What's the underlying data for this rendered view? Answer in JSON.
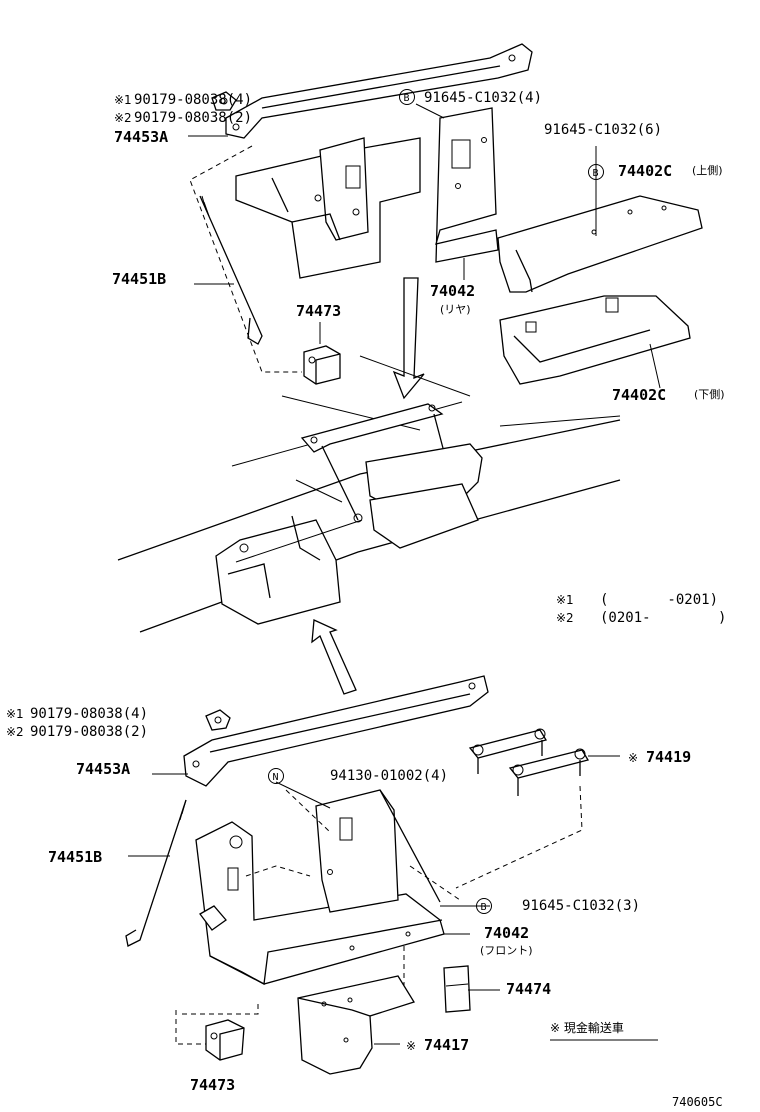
{
  "labels": {
    "upper": {
      "bolt_note1_mark": "※1",
      "bolt_note1": "90179-08038(4)",
      "bolt_note2_mark": "※2",
      "bolt_note2": "90179-08038(2)",
      "bracket": "74453A",
      "rod": "74451B",
      "clamp_b_circle": "B",
      "clamp_b": "91645-C1032(4)",
      "clamp_b6_circle": "B",
      "clamp_b6": "91645-C1032(6)",
      "tray_upper": "74402C",
      "tray_upper_note": "(上側)",
      "tray_lower": "74402C",
      "tray_lower_note": "(下側)",
      "carrier_rear": "74042",
      "carrier_rear_note": "(リヤ)",
      "block": "74473"
    },
    "legend": {
      "row1_mark": "※1",
      "row1_range": "(       -0201)",
      "row2_mark": "※2",
      "row2_range": "(0201-        )"
    },
    "lower": {
      "bolt_note1_mark": "※1",
      "bolt_note1": "90179-08038(4)",
      "bolt_note2_mark": "※2",
      "bolt_note2": "90179-08038(2)",
      "bracket": "74453A",
      "rod": "74451B",
      "nut_circle": "N",
      "nut": "94130-01002(4)",
      "plate_mark": "※",
      "plate": "74419",
      "clamp_b_circle": "B",
      "clamp_b": "91645-C1032(3)",
      "carrier_front": "74042",
      "carrier_front_note": "(フロント)",
      "pad": "74474",
      "cover_mark": "※",
      "cover": "74417",
      "block": "74473",
      "footnote": "※ 現金輸送車"
    },
    "figure_code": "740605C"
  }
}
